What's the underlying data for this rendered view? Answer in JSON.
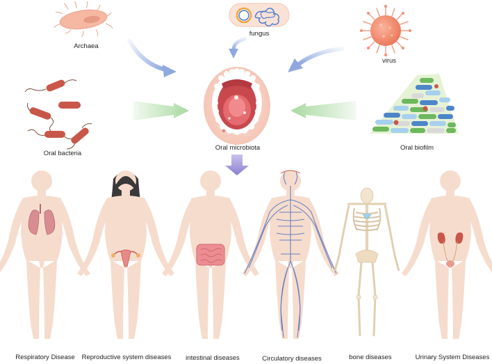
{
  "sources": {
    "archaea": "Archaea",
    "fungus": "fungus",
    "virus": "virus",
    "oral_bacteria": "Oral bacteria",
    "oral_biofilm": "Oral biofilm"
  },
  "center": {
    "label": "Oral microbiota"
  },
  "diseases": [
    {
      "label": "Respiratory Disease",
      "organ": "lungs-icon"
    },
    {
      "label": "Reproductive system diseases",
      "organ": "uterus-icon"
    },
    {
      "label": "intestinal diseases",
      "organ": "intestine-icon"
    },
    {
      "label": "Circulatory diseases",
      "organ": "vessels-icon"
    },
    {
      "label": "bone diseases",
      "organ": "skeleton-icon"
    },
    {
      "label": "Urinary System Diseases",
      "organ": "kidneys-icon"
    }
  ],
  "colors": {
    "skin": "#f6dccd",
    "arrow_blue": "#8fa8e0",
    "arrow_green": "#a8d9a0",
    "arrow_purple": "#9b8fd6",
    "bacteria": "#c8574a",
    "virus": "#f08a6c"
  }
}
